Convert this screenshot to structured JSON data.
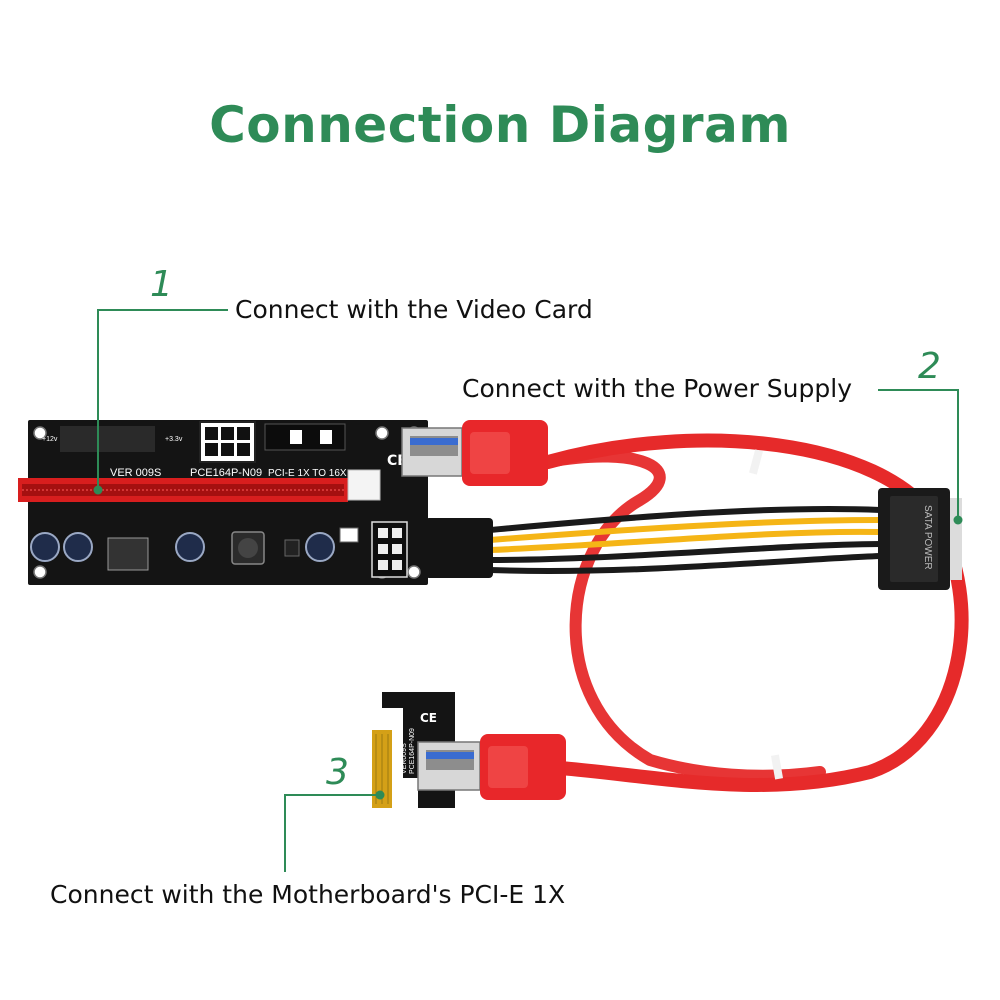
{
  "title": "Connection Diagram",
  "colors": {
    "accent": "#2e8b57",
    "cable": "#e8272a",
    "pcb": "#141414",
    "slot": "#d81e1e"
  },
  "board_labels": {
    "ver": "VER 009S",
    "model": "PCE164P-N09",
    "pcie": "PCI-E 1X TO 16X",
    "v12": "+12v",
    "v33": "+3.3v",
    "adapter_model": "PCE164P-N09",
    "adapter_ver": "VER009S",
    "sata": "SATA POWER"
  },
  "callouts": [
    {
      "number": "1",
      "text": "Connect with the Video Card"
    },
    {
      "number": "2",
      "text": "Connect with the Power Supply"
    },
    {
      "number": "3",
      "text": "Connect with the Motherboard's PCI-E 1X"
    }
  ]
}
